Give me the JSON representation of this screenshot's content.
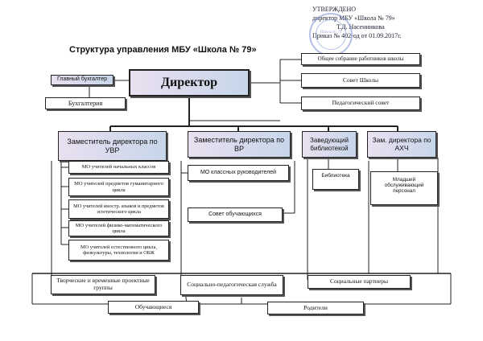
{
  "approval": {
    "line1": "УТВЕРЖДЕНО",
    "line2": "директор МБУ «Школа № 79»",
    "line3": "Т.Д. Насенникова",
    "line4": "Приказ № 402-од от 01.09.2017г.",
    "stamp_text": "Школа № 79"
  },
  "title": "Структура управления МБУ «Школа № 79»",
  "director": "Директор",
  "chief_accountant": "Главный бухгалтер",
  "accounting": "Бухгалтерия",
  "right_bodies": {
    "general_meeting": "Общее собрание работников школы",
    "school_council": "Совет Школы",
    "ped_council": "Педагогический совет"
  },
  "deputies": {
    "uvr": "Заместитель директора по УВР",
    "vr": "Заместитель директора по ВР",
    "library_head": "Заведующий библиотекой",
    "ahch": "Зам. директора по АХЧ"
  },
  "uvr_units": [
    "МО учителей начальных классов",
    "МО учителей предметов гуманитарного цикла",
    "МО учителей иностр. языков и предметов эстетического цикла",
    "МО учителей физико-математического цикла",
    "МО учителей естественного цикла, физкультуры, технологии и ОБЖ"
  ],
  "vr_units": {
    "class_teachers": "МО классных руководителей",
    "students_council": "Совет обучающихся"
  },
  "library": "Библиотека",
  "ahch_staff": "Младший обслуживающий персонал",
  "bottom": {
    "creative_groups": "Творческие и временные проектные группы",
    "social_service": "Социально-педагогическая служба",
    "partners": "Социальные партнеры",
    "students": "Обучающиеся",
    "parents": "Родители"
  }
}
